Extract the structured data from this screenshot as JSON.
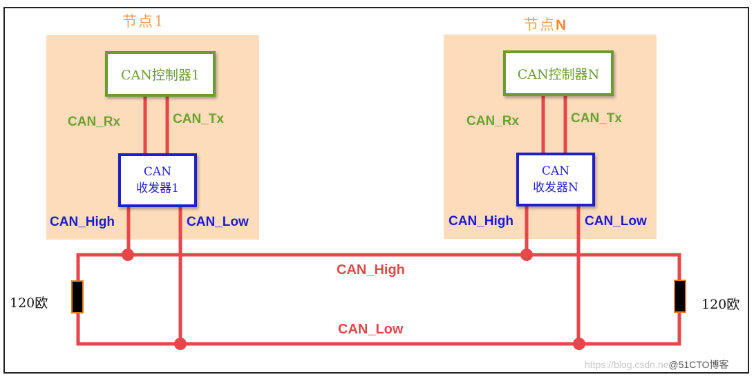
{
  "nodes": [
    {
      "title_prefix": "节点",
      "title_suffix": "1",
      "controller": "CAN控制器1",
      "transceiver_line1": "CAN",
      "transceiver_line2": "收发器1",
      "rx_label": "CAN_Rx",
      "tx_label": "CAN_Tx",
      "high_label": "CAN_High",
      "low_label": "CAN_Low"
    },
    {
      "title_prefix": "节点",
      "title_suffix": "N",
      "controller": "CAN控制器N",
      "transceiver_line1": "CAN",
      "transceiver_line2": "收发器N",
      "rx_label": "CAN_Rx",
      "tx_label": "CAN_Tx",
      "high_label": "CAN_High",
      "low_label": "CAN_Low"
    }
  ],
  "bus": {
    "high_label": "CAN_High",
    "low_label": "CAN_Low"
  },
  "terminators": {
    "left_label": "120欧",
    "right_label": "120欧"
  },
  "watermark": {
    "url": "https://blog.csdn.ne",
    "source": "@51CTO博客"
  },
  "colors": {
    "wire": "#e5484a",
    "node_bg": "#fddcbc",
    "controller": "#6a9c32",
    "transceiver": "#1f1fc8",
    "resistor_fill": "#000000",
    "resistor_border": "#e07a18"
  }
}
